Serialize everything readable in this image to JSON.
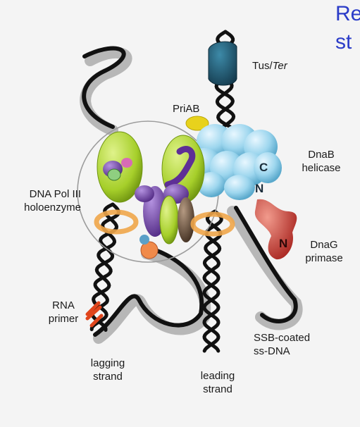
{
  "title_fragment": {
    "line1": "Re",
    "line2": "st"
  },
  "labels": {
    "tus_ter_a": "Tus/",
    "tus_ter_b": "Ter",
    "priab": "PriAB",
    "dnab_line1": "DnaB",
    "dnab_line2": "helicase",
    "dnab_c": "C",
    "dnab_n": "N",
    "pol_line1": "DNA Pol III",
    "pol_line2": "holoenzyme",
    "dnag_line1": "DnaG",
    "dnag_line2": "primase",
    "dnag_n": "N",
    "rna_line1": "RNA",
    "rna_line2": "primer",
    "ssb_line1": "SSB-coated",
    "ssb_line2": "ss-DNA",
    "lagging_line1": "lagging",
    "lagging_line2": "strand",
    "leading_line1": "leading",
    "leading_line2": "strand"
  },
  "colors": {
    "title": "#2b3cc8",
    "tus": "#1f4f66",
    "priab": "#e8d21c",
    "dnab": "#9dd6ee",
    "pol_core": "#a6cf2a",
    "tau": "#6e3fa6",
    "clamp": "#f0a64a",
    "dnag": "#c8423a",
    "rna_primer": "#e0451c",
    "ssb_shadow": "#9a9a9a"
  }
}
